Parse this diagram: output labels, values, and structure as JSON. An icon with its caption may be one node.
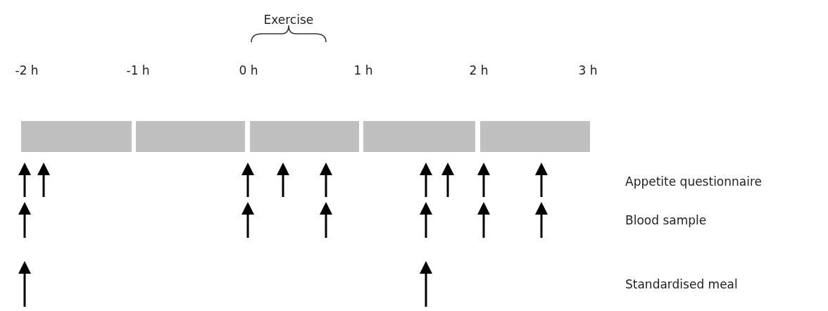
{
  "diagram": {
    "labels": [
      "Exercise",
      "-2 h",
      "-1 h",
      "0 h",
      "1 h",
      "2 h",
      "3 h",
      "Appetite questionnaire",
      "Blood sample",
      "Standardised meal"
    ]
  }
}
